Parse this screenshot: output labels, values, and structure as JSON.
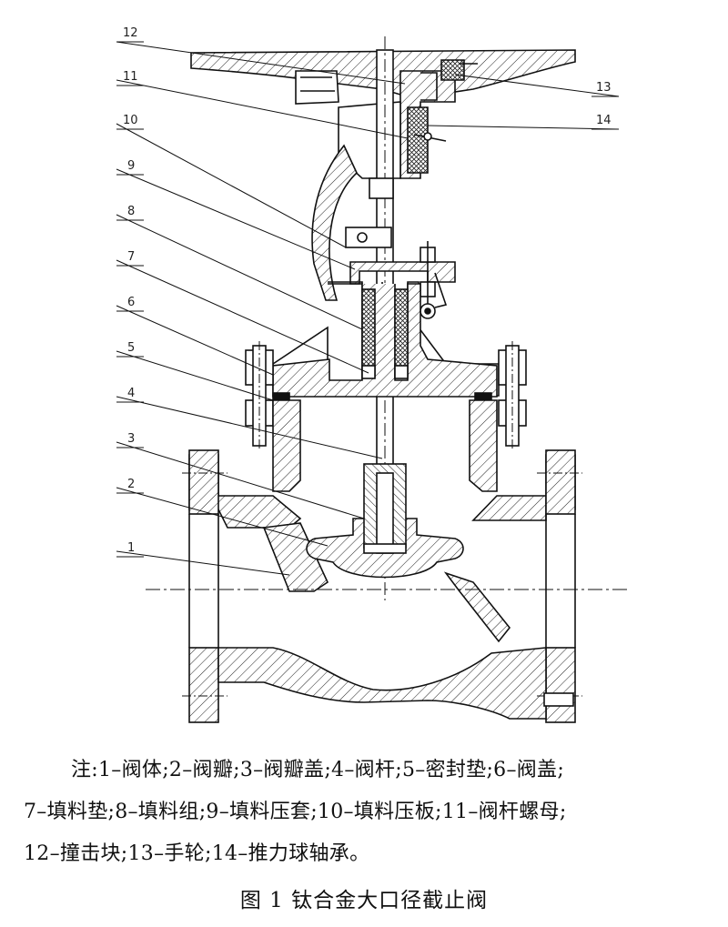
{
  "figure": {
    "callouts": [
      "1",
      "2",
      "3",
      "4",
      "5",
      "6",
      "7",
      "8",
      "9",
      "10",
      "11",
      "12",
      "13",
      "14"
    ],
    "notes": [
      "注:1–阀体;2–阀瓣;3–阀瓣盖;4–阀杆;5–密封垫;6–阀盖;",
      "7–填料垫;8–填料组;9–填料压套;10–填料压板;11–阀杆螺母;",
      "12–撞击块;13–手轮;14–推力球轴承。"
    ],
    "caption": "图 1  钛合金大口径截止阀"
  }
}
